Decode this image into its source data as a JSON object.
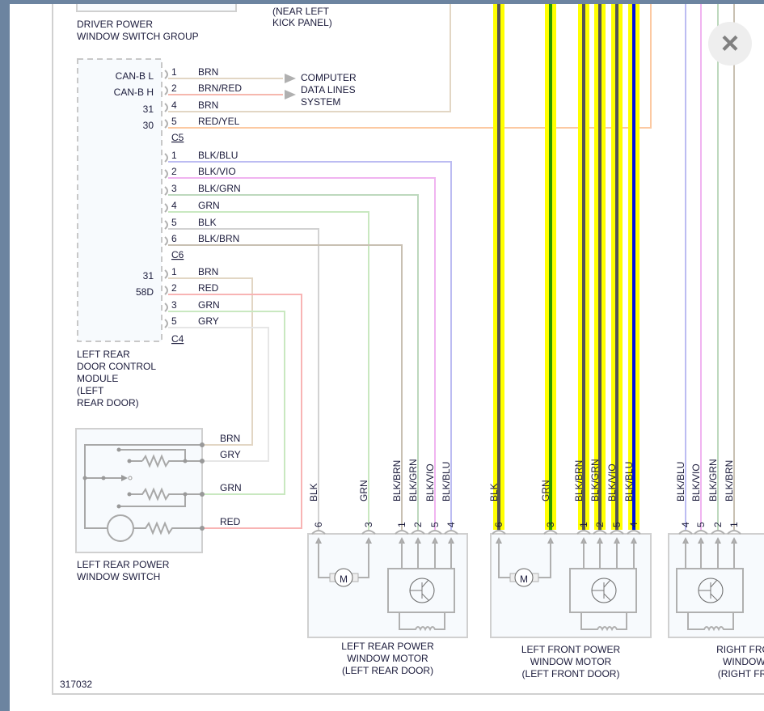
{
  "figure_id": "317032",
  "top_partial": {
    "component_name_line1": "DRIVER POWER",
    "component_name_line2": "WINDOW SWITCH GROUP",
    "location_line1": "(NEAR LEFT",
    "location_line2": "KICK PANEL)"
  },
  "data_lines": {
    "line1": "COMPUTER",
    "line2": "DATA LINES",
    "line3": "SYSTEM"
  },
  "module": {
    "line1": "LEFT REAR",
    "line2": "DOOR CONTROL",
    "line3": "MODULE",
    "line4": "(LEFT",
    "line5": "REAR DOOR)"
  },
  "connector_c5": {
    "name": "C5",
    "pins": [
      {
        "num": "1",
        "wire": "BRN",
        "signal": "CAN-B L"
      },
      {
        "num": "2",
        "wire": "BRN/RED",
        "signal": "CAN-B H"
      },
      {
        "num": "4",
        "wire": "BRN",
        "signal": "31"
      },
      {
        "num": "5",
        "wire": "RED/YEL",
        "signal": "30"
      }
    ]
  },
  "connector_c6": {
    "name": "C6",
    "pins": [
      {
        "num": "1",
        "wire": "BLK/BLU"
      },
      {
        "num": "2",
        "wire": "BLK/VIO"
      },
      {
        "num": "3",
        "wire": "BLK/GRN"
      },
      {
        "num": "4",
        "wire": "GRN"
      },
      {
        "num": "5",
        "wire": "BLK"
      },
      {
        "num": "6",
        "wire": "BLK/BRN"
      }
    ]
  },
  "connector_c4": {
    "name": "C4",
    "pins": [
      {
        "num": "1",
        "wire": "BRN",
        "signal": "31"
      },
      {
        "num": "2",
        "wire": "RED",
        "signal": "58D"
      },
      {
        "num": "3",
        "wire": "GRN"
      },
      {
        "num": "5",
        "wire": "GRY"
      }
    ]
  },
  "switch": {
    "line1": "LEFT REAR POWER",
    "line2": "WINDOW SWITCH",
    "wires": [
      "BRN",
      "GRY",
      "GRN",
      "RED"
    ]
  },
  "motors": [
    {
      "line1": "LEFT REAR POWER",
      "line2": "WINDOW MOTOR",
      "line3": "(LEFT REAR DOOR)",
      "pins": [
        {
          "num": "6",
          "wire": "BLK"
        },
        {
          "num": "3",
          "wire": "GRN"
        },
        {
          "num": "1",
          "wire": "BLK/BRN"
        },
        {
          "num": "2",
          "wire": "BLK/GRN"
        },
        {
          "num": "5",
          "wire": "BLK/VIO"
        },
        {
          "num": "4",
          "wire": "BLK/BLU"
        }
      ]
    },
    {
      "line1": "LEFT FRONT POWER",
      "line2": "WINDOW MOTOR",
      "line3": "(LEFT FRONT DOOR)",
      "highlighted": true,
      "pins": [
        {
          "num": "6",
          "wire": "BLK"
        },
        {
          "num": "3",
          "wire": "GRN"
        },
        {
          "num": "1",
          "wire": "BLK/BRN"
        },
        {
          "num": "2",
          "wire": "BLK/GRN"
        },
        {
          "num": "5",
          "wire": "BLK/VIO"
        },
        {
          "num": "4",
          "wire": "BLK/BLU"
        }
      ]
    },
    {
      "line1": "RIGHT FRONT",
      "line2": "WINDOW M",
      "line3": "(RIGHT FRON",
      "pins": [
        {
          "num": "4",
          "wire": "BLK/BLU"
        },
        {
          "num": "5",
          "wire": "BLK/VIO"
        },
        {
          "num": "2",
          "wire": "BLK/GRN"
        },
        {
          "num": "1",
          "wire": "BLK/BRN"
        }
      ]
    }
  ],
  "motor_symbol": "M",
  "close_icon": "×",
  "colors": {
    "highlight": "#ffff00",
    "highlight_core": "#555555",
    "highlight_grn_core": "#2a9a00",
    "highlight_blu_core": "#0010e0",
    "text": "#1c1c3c"
  }
}
